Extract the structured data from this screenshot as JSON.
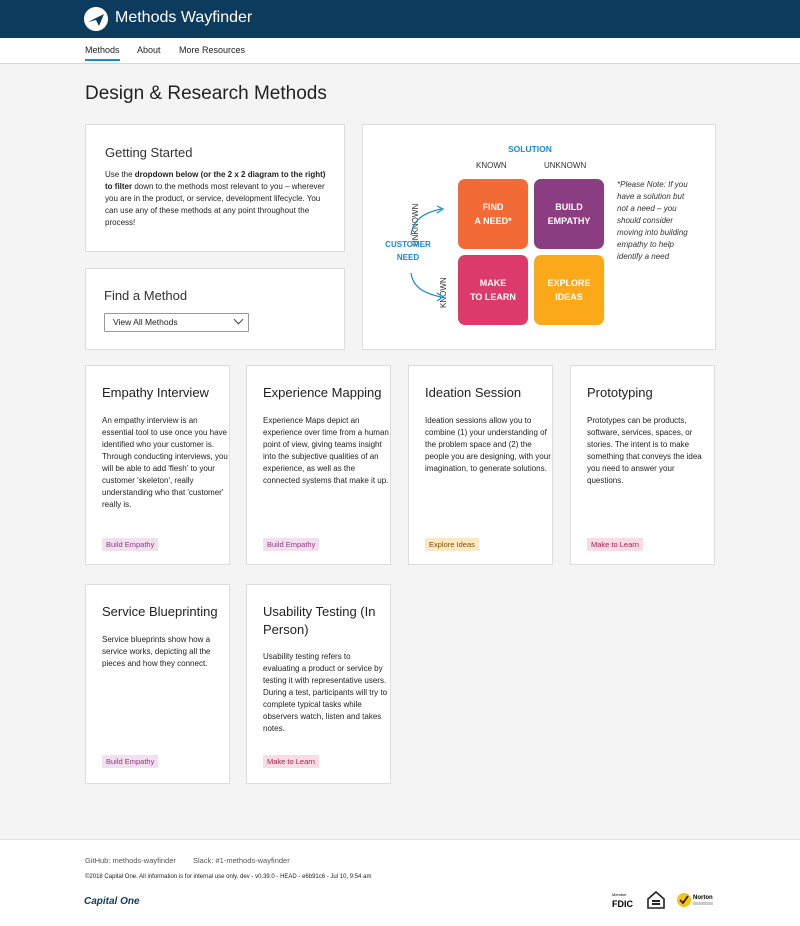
{
  "app": {
    "title": "Methods Wayfinder"
  },
  "nav": {
    "items": [
      "Methods",
      "About",
      "More Resources"
    ]
  },
  "page": {
    "title": "Design & Research Methods"
  },
  "getting_started": {
    "title": "Getting Started",
    "text_before": "Use the ",
    "text_bold": "dropdown below (or the 2 x 2 diagram to the right) to filter",
    "text_after": " down to the methods most relevant to you – wherever you are in the product, or service, development lifecycle. You can use any of these methods at any point throughout the process!"
  },
  "find_method": {
    "title": "Find a Method",
    "select_value": "View All Methods"
  },
  "diagram": {
    "solution_label": "SOLUTION",
    "known_label": "KNOWN",
    "unknown_label": "UNKNOWN",
    "customer_need_line1": "CUSTOMER",
    "customer_need_line2": "NEED",
    "quadrants": [
      {
        "line1": "FIND",
        "line2": "A NEED*",
        "color": "#f26b36"
      },
      {
        "line1": "BUILD",
        "line2": "EMPATHY",
        "color": "#8b3d82"
      },
      {
        "line1": "MAKE",
        "line2": "TO LEARN",
        "color": "#dc3a6b"
      },
      {
        "line1": "EXPLORE",
        "line2": "IDEAS",
        "color": "#fba81b"
      }
    ],
    "note": "*Please Note: If you have a solution but not a need – you should consider moving into building empathy to help identify a need",
    "accent_color": "#1a8ccf"
  },
  "cards": [
    {
      "title": "Empathy Interview",
      "desc": "An empathy interview is an essential tool to use once you have identified who your customer is. Through conducting interviews, you will be able to add 'flesh' to your customer 'skeleton', really understanding who that 'customer' really is.",
      "tag": "Build Empathy"
    },
    {
      "title": "Experience Mapping",
      "desc": "Experience Maps depict an experience over time from a human point of view, giving teams insight into the subjective qualities of an experience, as well as the connected systems that make it up.",
      "tag": "Build Empathy"
    },
    {
      "title": "Ideation Session",
      "desc": "Ideation sessions allow you to combine (1) your understanding of the problem space and (2) the people you are designing, with your imagination, to generate solutions.",
      "tag": "Explore Ideas"
    },
    {
      "title": "Prototyping",
      "desc": "Prototypes can be products, software, services, spaces, or stories. The intent is to make something that conveys the idea you need to answer your questions.",
      "tag": "Make to Learn"
    },
    {
      "title": "Service Blueprinting",
      "desc": "Service blueprints show how a service works, depicting all the pieces and how they connect.",
      "tag": "Build Empathy"
    },
    {
      "title": "Usability Testing (In Person)",
      "desc": "Usability testing refers to evaluating a product or service by testing it with representative users. During a test, participants will try to complete typical tasks while observers watch, listen and takes notes.",
      "tag": "Make to Learn"
    }
  ],
  "tag_colors": {
    "build_empathy": "#f3e0ef",
    "explore_ideas": "#fde8c4",
    "make_to_learn": "#f9dbe5"
  },
  "footer": {
    "github": "GitHub: methods-wayfinder",
    "slack": "Slack: #1-methods-wayfinder",
    "copyright": "©2018 Capital One. All information is for internal use only. dev - v0.39.0 - HEAD - e6b91c6 - Jul 10, 9:54 am",
    "logo_text": "Capital One",
    "badges": [
      "Member FDIC",
      "Equal Housing Lender",
      "Norton Secured"
    ]
  }
}
